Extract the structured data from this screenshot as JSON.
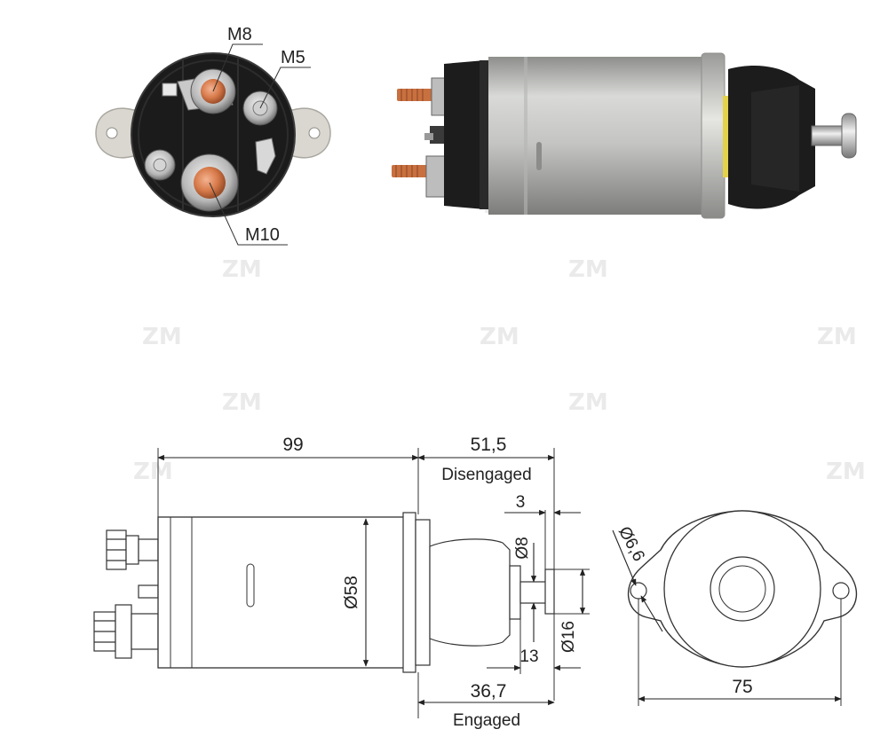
{
  "photo": {
    "labels": {
      "m8": "M8",
      "m5": "M5",
      "m10": "M10"
    },
    "watermark": "ZM"
  },
  "drawing": {
    "dims": {
      "length": "99",
      "disengaged_value": "51,5",
      "disengaged_label": "Disengaged",
      "plunger_travel": "3",
      "shaft_diameter": "Ø8",
      "body_diameter": "Ø58",
      "head_diameter": "Ø16",
      "head_length": "13",
      "engaged_value": "36,7",
      "engaged_label": "Engaged",
      "hole_diameter": "Ø6,6",
      "flange_width": "75"
    }
  },
  "colors": {
    "copper": "#d77a4a",
    "body_silver": "#c8c9c6",
    "black_plastic": "#1a1a1a",
    "yellow_ring": "#e3d24a"
  }
}
